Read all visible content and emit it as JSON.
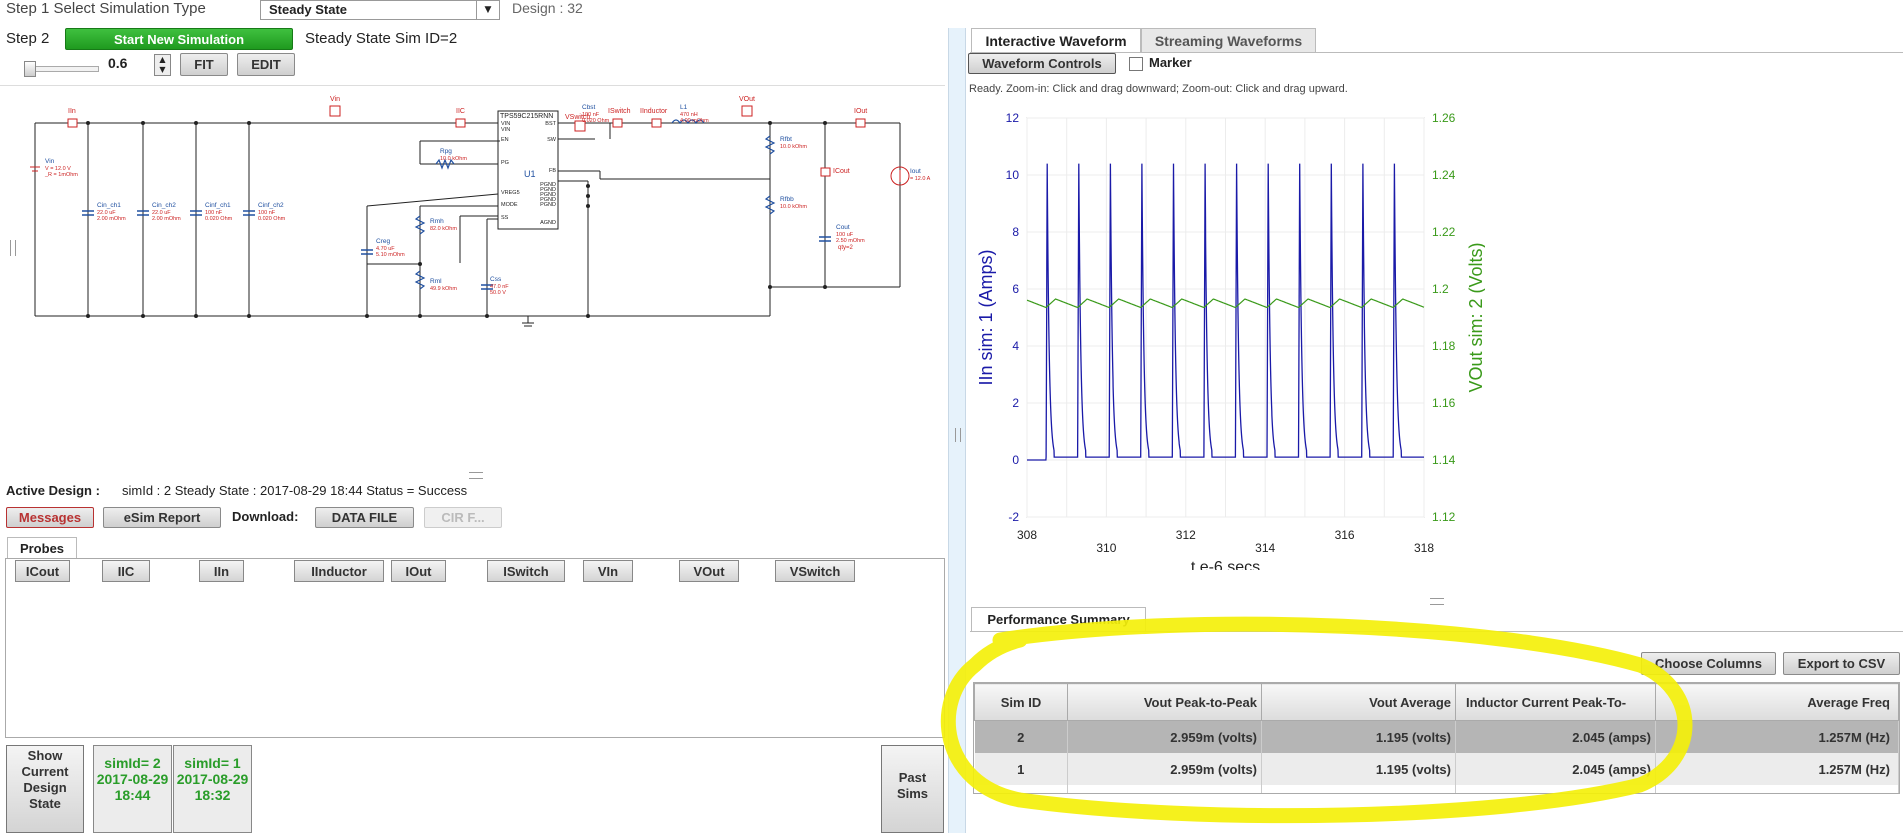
{
  "step1": {
    "label": "Step 1 Select Simulation Type",
    "sim_type": "Steady State",
    "design": "Design : 32"
  },
  "step2": {
    "label": "Step 2",
    "start_button": "Start New Simulation",
    "sim_status": "Steady State Sim ID=2"
  },
  "zoom": {
    "value": "0.6",
    "fit_button": "FIT",
    "edit_button": "EDIT"
  },
  "schematic": {
    "ic_part": "TPS59C215RNN",
    "ic_ref": "U1",
    "ic_pins_left": [
      "VIN",
      "VIN",
      "EN",
      "PG",
      "VREG5",
      "MODE",
      "SS"
    ],
    "ic_pins_right": [
      "BST",
      "SW",
      "FB",
      "PGND",
      "PGND",
      "PGND",
      "PGND",
      "PGND",
      "AGND"
    ],
    "probes": [
      "IIn",
      "Vin",
      "IIC",
      "VSwitch",
      "ISwitch",
      "IInductor",
      "VOut",
      "IOut",
      "ICout"
    ],
    "components": [
      {
        "name": "Vin",
        "value": "V = 12.0 V",
        "extra": "_R = 1mOhm"
      },
      {
        "name": "Cin_ch1",
        "value": "22.0 uF",
        "extra": "2.00 mOhm"
      },
      {
        "name": "Cin_ch2",
        "value": "22.0 uF",
        "extra": "2.00 mOhm"
      },
      {
        "name": "Cinf_ch1",
        "value": "100 nF",
        "extra": "0.020 Ohm"
      },
      {
        "name": "Cinf_ch2",
        "value": "100 nF",
        "extra": "0.020 Ohm"
      },
      {
        "name": "Rpg",
        "value": "10.0 kOhm",
        "extra": ""
      },
      {
        "name": "Creg",
        "value": "4.70 uF",
        "extra": "5.10 mOhm"
      },
      {
        "name": "Rmh",
        "value": "82.0 kOhm",
        "extra": ""
      },
      {
        "name": "Rml",
        "value": "49.9 kOhm",
        "extra": ""
      },
      {
        "name": "Css",
        "value": "47.0 nF",
        "extra": "50.0 V"
      },
      {
        "name": "Cbst",
        "value": "100 nF",
        "extra": "0.020 Ohm"
      },
      {
        "name": "L1",
        "value": "470 nH",
        "extra": "4.00 mOhm"
      },
      {
        "name": "Rfbt",
        "value": "10.0 kOhm",
        "extra": ""
      },
      {
        "name": "Rfbb",
        "value": "10.0 kOhm",
        "extra": ""
      },
      {
        "name": "Cout",
        "value": "100 uF",
        "extra": "2.50 mOhm"
      },
      {
        "name": "Iout",
        "value": "= 12.0 A",
        "extra": ""
      }
    ],
    "cout_extra": "qty=2"
  },
  "active_design": {
    "label": "Active Design :",
    "text": "simId : 2 Steady State : 2017-08-29 18:44 Status = Success"
  },
  "buttons": {
    "messages": "Messages",
    "esim_report": "eSim Report",
    "download_label": "Download:",
    "data_file": "DATA FILE",
    "cir_file": "CIR F..."
  },
  "probes_panel": {
    "tab": "Probes",
    "probes": [
      "ICout",
      "IIC",
      "IIn",
      "IInductor",
      "IOut",
      "ISwitch",
      "VIn",
      "VOut",
      "VSwitch"
    ]
  },
  "bottom": {
    "show_current": "Show Current Design State",
    "sim2": {
      "id": "simId= 2",
      "date": "2017-08-29",
      "time": "18:44"
    },
    "sim1": {
      "id": "simId= 1",
      "date": "2017-08-29",
      "time": "18:32"
    },
    "past_sims": "Past Sims"
  },
  "waveform": {
    "tabs": [
      "Interactive Waveform",
      "Streaming Waveforms"
    ],
    "controls_button": "Waveform Controls",
    "marker_label": "Marker",
    "hint": "Ready.  Zoom-in: Click and drag downward; Zoom-out: Click and drag upward."
  },
  "chart_data": {
    "type": "line",
    "xlabel": "t e-6 secs",
    "ylabel_left": "IIn sim:  1 (Amps)",
    "ylabel_right": "VOut sim:  2 (Volts)",
    "x_range": [
      308,
      318
    ],
    "x_ticks": [
      308,
      310,
      312,
      314,
      316,
      318
    ],
    "y_left_range": [
      -2,
      12
    ],
    "y_left_ticks": [
      -2,
      0,
      2,
      4,
      6,
      8,
      10,
      12
    ],
    "y_right_range": [
      1.12,
      1.26
    ],
    "y_right_ticks": [
      "1.12",
      "1.14",
      "1.16",
      "1.18",
      "1.2",
      "1.22",
      "1.24",
      "1.26"
    ],
    "grid": true,
    "colors": {
      "left": "#1a1aa8",
      "right": "#3a9a1a"
    },
    "series": [
      {
        "name": "IIn sim:  1 (Amps)",
        "axis": "left",
        "period": 0.795,
        "first_pulse": 308.48,
        "peak": 10.4,
        "base": 0.0,
        "unit": "Amps"
      },
      {
        "name": "VOut sim:  2 (Volts)",
        "axis": "right",
        "period": 0.795,
        "first_pulse": 308.48,
        "mean": 1.195,
        "ripple": 0.003,
        "unit": "Volts"
      }
    ]
  },
  "performance": {
    "tab": "Performance Summary",
    "choose_columns": "Choose Columns",
    "export_csv": "Export to CSV",
    "columns": [
      "Sim ID",
      "Vout Peak-to-Peak",
      "Vout Average",
      "Inductor Current Peak-To-",
      "Average Freq"
    ],
    "rows": [
      [
        "2",
        "2.959m (volts)",
        "1.195 (volts)",
        "2.045 (amps)",
        "1.257M (Hz)"
      ],
      [
        "1",
        "2.959m (volts)",
        "1.195 (volts)",
        "2.045 (amps)",
        "1.257M (Hz)"
      ]
    ]
  }
}
